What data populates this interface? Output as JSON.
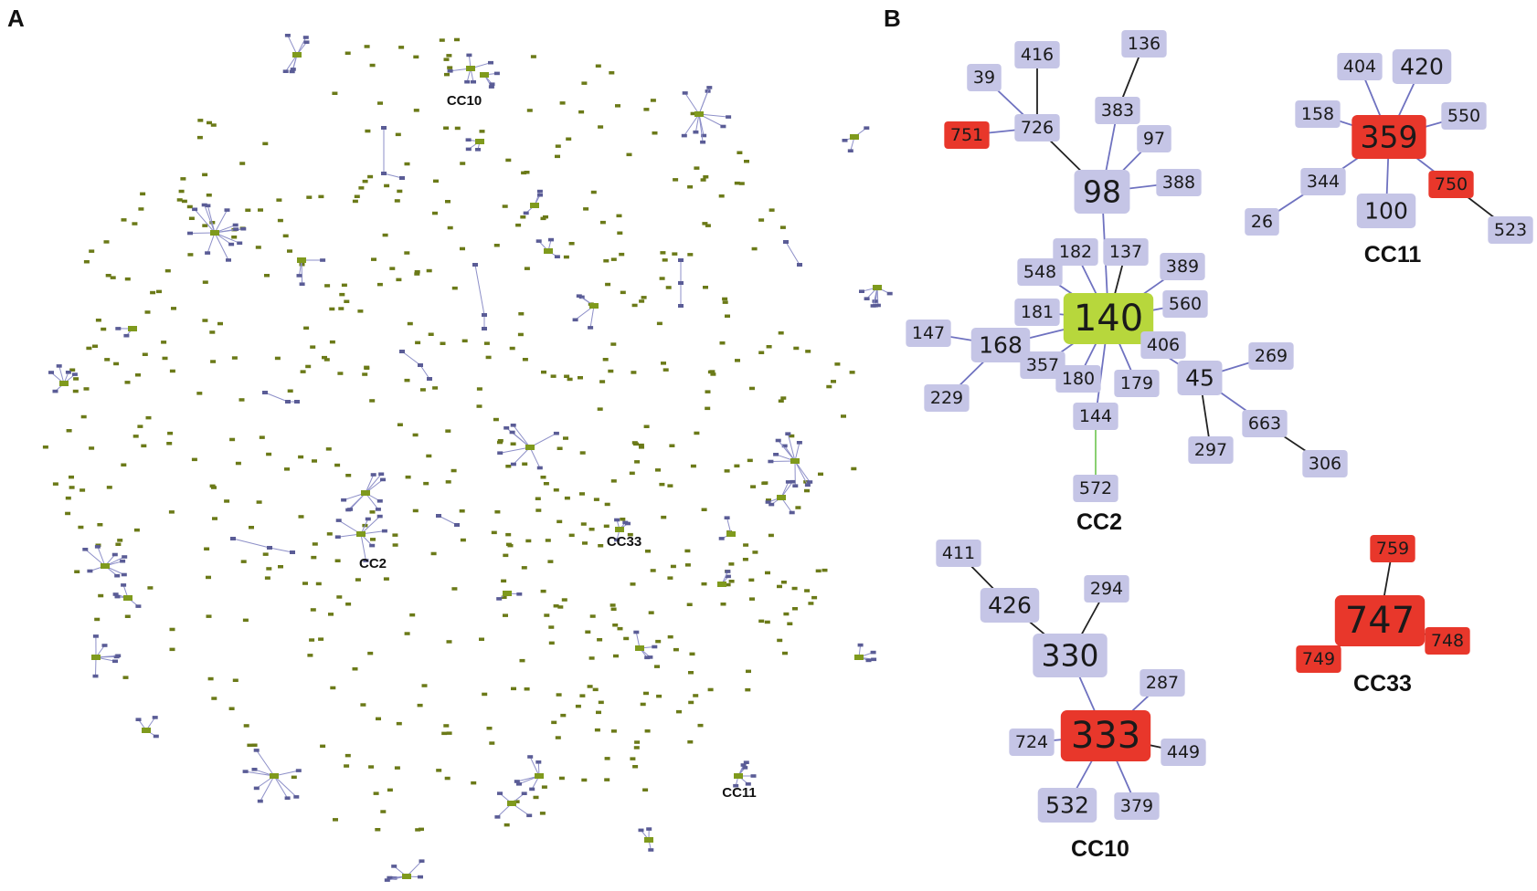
{
  "panel_a": {
    "label": "A",
    "cluster_labels": [
      "CC10",
      "CC2",
      "CC33",
      "CC11"
    ]
  },
  "panel_b": {
    "label": "B",
    "colors": {
      "lavender": "#c5c5e6",
      "green": "#b7d73c",
      "red": "#e8372b",
      "edge_blue": "#6f72c0",
      "edge_black": "#222222",
      "edge_green": "#7ecb63",
      "dot": "#6b7a18"
    },
    "cluster_labels": {
      "cc2": "CC2",
      "cc11": "CC11",
      "cc10": "CC10",
      "cc33": "CC33"
    },
    "nodes": {
      "n140": "140",
      "n98": "98",
      "n168": "168",
      "n45": "45",
      "n136": "136",
      "n416": "416",
      "n39": "39",
      "n726": "726",
      "n751": "751",
      "n383": "383",
      "n97": "97",
      "n388": "388",
      "n182": "182",
      "n137": "137",
      "n548": "548",
      "n389": "389",
      "n181": "181",
      "n560": "560",
      "n147": "147",
      "n406": "406",
      "n357": "357",
      "n180": "180",
      "n179": "179",
      "n229": "229",
      "n144": "144",
      "n572": "572",
      "n269": "269",
      "n663": "663",
      "n297": "297",
      "n306": "306",
      "n404": "404",
      "n420": "420",
      "n158": "158",
      "n359": "359",
      "n550": "550",
      "n344": "344",
      "n750": "750",
      "n26": "26",
      "n100": "100",
      "n523": "523",
      "n411": "411",
      "n426": "426",
      "n294": "294",
      "n330": "330",
      "n287": "287",
      "n333": "333",
      "n724": "724",
      "n449": "449",
      "n532": "532",
      "n379": "379",
      "n759": "759",
      "n747": "747",
      "n749": "749",
      "n748": "748"
    }
  }
}
